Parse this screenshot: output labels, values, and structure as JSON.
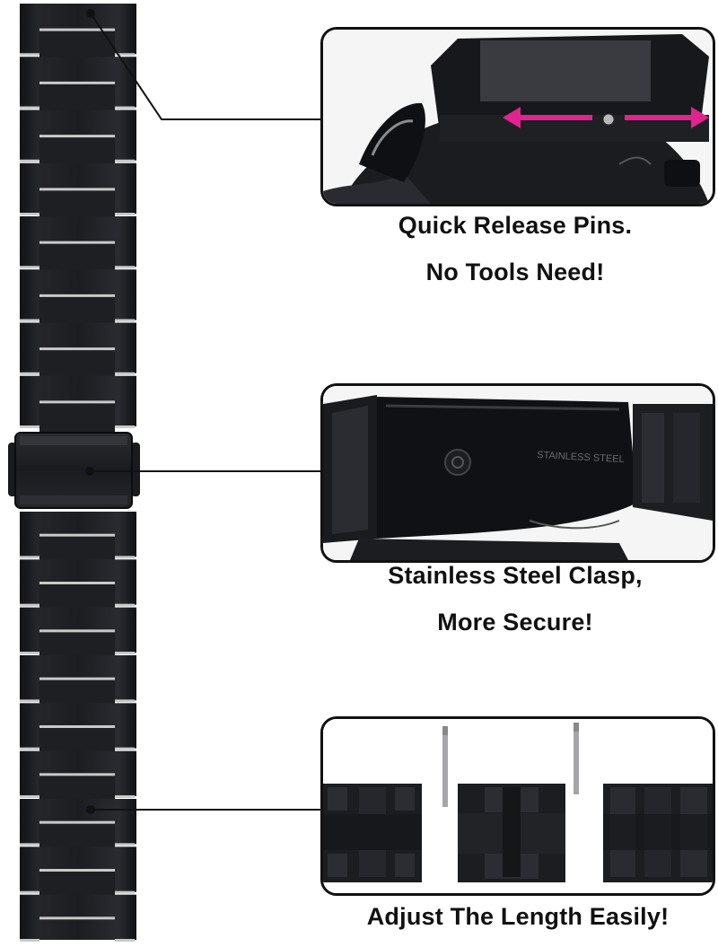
{
  "callouts": [
    {
      "line1": "Quick Release Pins.",
      "line2": "No Tools Need!"
    },
    {
      "line1": "Stainless Steel Clasp,",
      "line2": "More Secure!"
    },
    {
      "line1": "Adjust The Length Easily!",
      "line2": ""
    }
  ],
  "clasp_engraving": "STAINLESS STEEL",
  "colors": {
    "band": "#1c1d20",
    "link_gap": "#c9c9c9",
    "panel_border": "#111111",
    "leader_line": "#111111"
  },
  "band_link_count": 17
}
